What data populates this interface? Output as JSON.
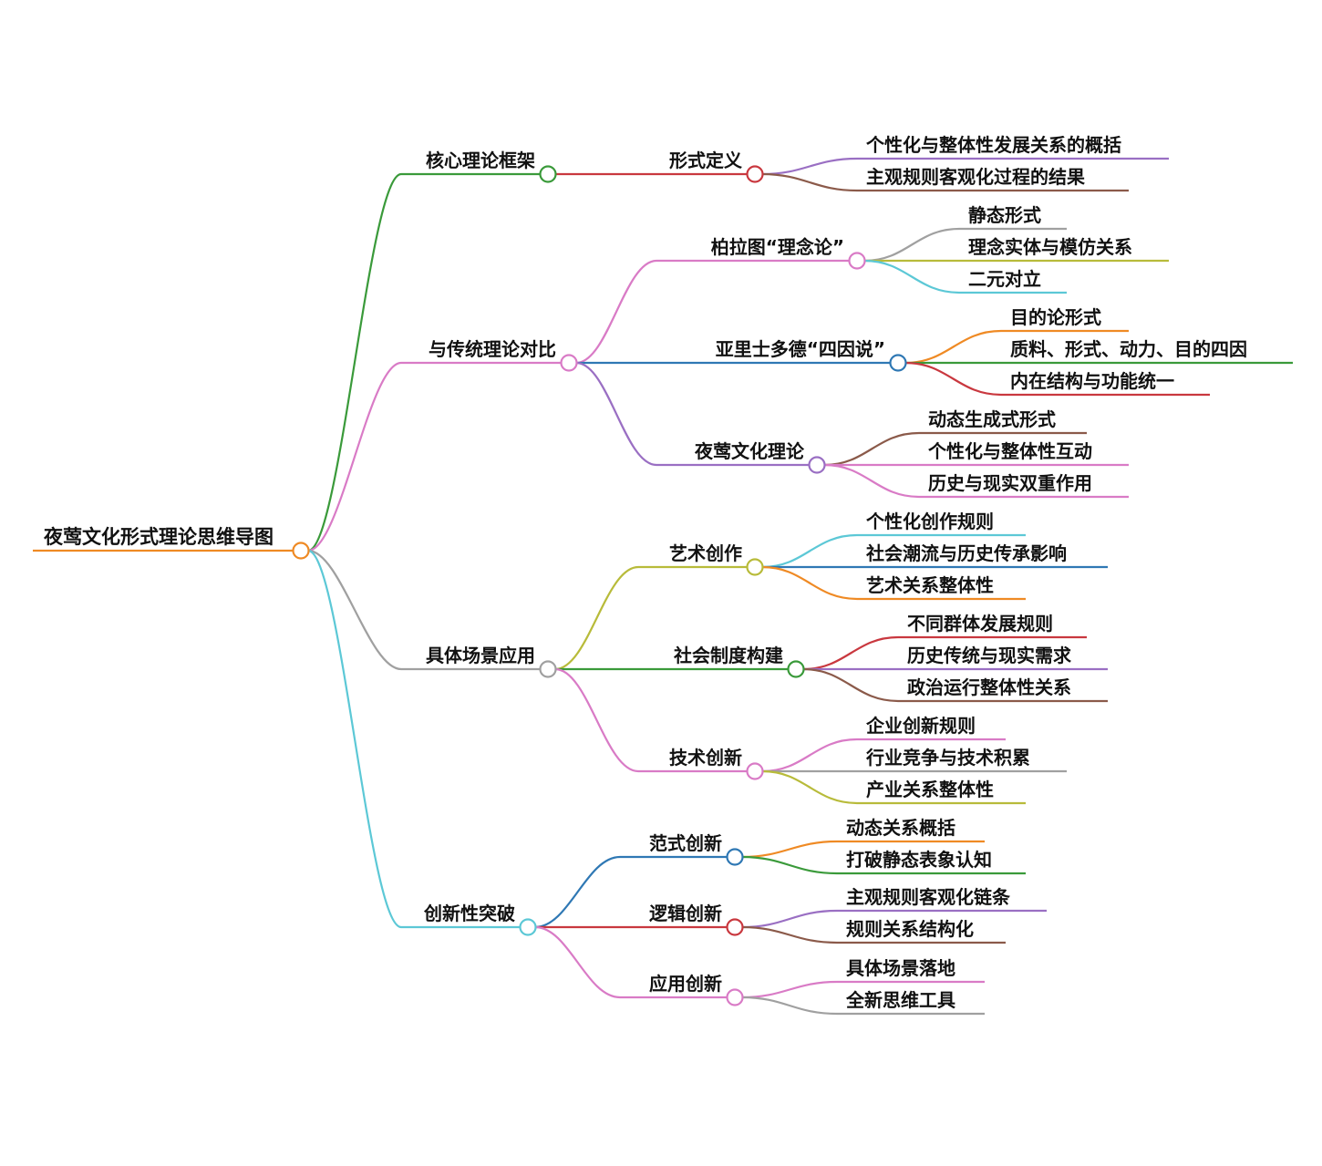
{
  "mindmap": {
    "title": "夜莺文化形式理论思维导图",
    "root_color": "#ef8a24",
    "children": [
      {
        "label": "核心理论框架",
        "color": "#3a9a3a",
        "children": [
          {
            "label": "形式定义",
            "color": "#c9383f",
            "children": [
              {
                "label": "个性化与整体性发展关系的概括",
                "color": "#9a6fc3"
              },
              {
                "label": "主观规则客观化过程的结果",
                "color": "#8b5a4a"
              }
            ]
          }
        ]
      },
      {
        "label": "与传统理论对比",
        "color": "#d97bc6",
        "children": [
          {
            "label": "柏拉图“理念论”",
            "color": "#d97bc6",
            "children": [
              {
                "label": "静态形式",
                "color": "#a0a0a0"
              },
              {
                "label": "理念实体与模仿关系",
                "color": "#b8bb3a"
              },
              {
                "label": "二元对立",
                "color": "#5cc8d6"
              }
            ]
          },
          {
            "label": "亚里士多德“四因说”",
            "color": "#2f78b4",
            "children": [
              {
                "label": "目的论形式",
                "color": "#ef8a24"
              },
              {
                "label": "质料、形式、动力、目的四因",
                "color": "#3a9a3a"
              },
              {
                "label": "内在结构与功能统一",
                "color": "#c9383f"
              }
            ]
          },
          {
            "label": "夜莺文化理论",
            "color": "#9a6fc3",
            "children": [
              {
                "label": "动态生成式形式",
                "color": "#8b5a4a"
              },
              {
                "label": "个性化与整体性互动",
                "color": "#d97bc6"
              },
              {
                "label": "历史与现实双重作用",
                "color": "#d97bc6"
              }
            ]
          }
        ]
      },
      {
        "label": "具体场景应用",
        "color": "#a0a0a0",
        "children": [
          {
            "label": "艺术创作",
            "color": "#b8bb3a",
            "children": [
              {
                "label": "个性化创作规则",
                "color": "#5cc8d6"
              },
              {
                "label": "社会潮流与历史传承影响",
                "color": "#2f78b4"
              },
              {
                "label": "艺术关系整体性",
                "color": "#ef8a24"
              }
            ]
          },
          {
            "label": "社会制度构建",
            "color": "#3a9a3a",
            "children": [
              {
                "label": "不同群体发展规则",
                "color": "#c9383f"
              },
              {
                "label": "历史传统与现实需求",
                "color": "#9a6fc3"
              },
              {
                "label": "政治运行整体性关系",
                "color": "#8b5a4a"
              }
            ]
          },
          {
            "label": "技术创新",
            "color": "#d97bc6",
            "children": [
              {
                "label": "企业创新规则",
                "color": "#d97bc6"
              },
              {
                "label": "行业竞争与技术积累",
                "color": "#a0a0a0"
              },
              {
                "label": "产业关系整体性",
                "color": "#b8bb3a"
              }
            ]
          }
        ]
      },
      {
        "label": "创新性突破",
        "color": "#5cc8d6",
        "children": [
          {
            "label": "范式创新",
            "color": "#2f78b4",
            "children": [
              {
                "label": "动态关系概括",
                "color": "#ef8a24"
              },
              {
                "label": "打破静态表象认知",
                "color": "#3a9a3a"
              }
            ]
          },
          {
            "label": "逻辑创新",
            "color": "#c9383f",
            "children": [
              {
                "label": "主观规则客观化链条",
                "color": "#9a6fc3"
              },
              {
                "label": "规则关系结构化",
                "color": "#8b5a4a"
              }
            ]
          },
          {
            "label": "应用创新",
            "color": "#d97bc6",
            "children": [
              {
                "label": "具体场景落地",
                "color": "#d97bc6"
              },
              {
                "label": "全新思维工具",
                "color": "#a0a0a0"
              }
            ]
          }
        ]
      }
    ]
  }
}
